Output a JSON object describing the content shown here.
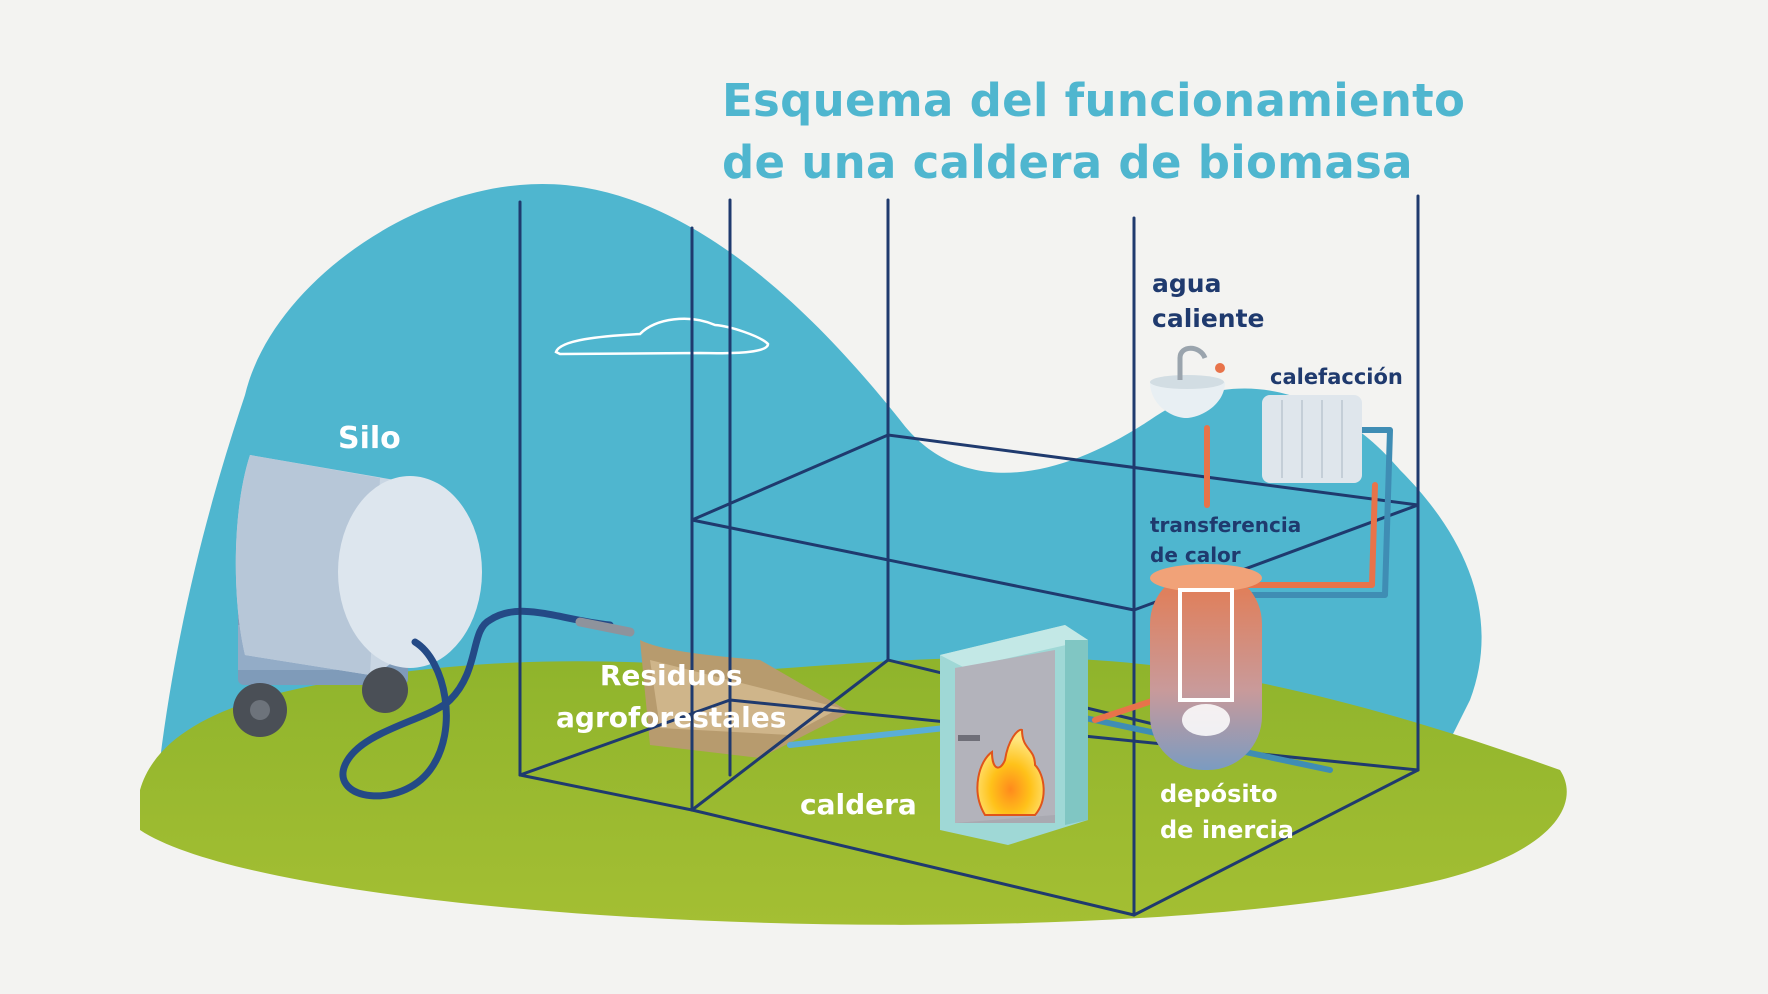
{
  "title": {
    "line1": "Esquema del funcionamiento",
    "line2": "de una caldera de biomasa"
  },
  "labels": {
    "silo": "Silo",
    "residuos_1": "Residuos",
    "residuos_2": "agroforestales",
    "caldera": "caldera",
    "agua_1": "agua",
    "agua_2": "caliente",
    "calefaccion": "calefacción",
    "transferencia_1": "transferencia",
    "transferencia_2": "de calor",
    "deposito_1": "depósito",
    "deposito_2": "de inercia"
  },
  "icons": [
    "silo-tank-icon",
    "hose-icon",
    "biomass-pile-icon",
    "boiler-icon",
    "flame-icon",
    "sink-icon",
    "faucet-icon",
    "radiator-icon",
    "inertia-tank-icon",
    "cloud-icon"
  ],
  "colors": {
    "background": "#f3f3f1",
    "sky": "#4fb6cf",
    "grass": "#8fb42c",
    "frame": "#1f3a6e",
    "hot_pipe": "#e8734a",
    "cold_pipe": "#3f8db4",
    "title": "#4fb6cf"
  }
}
